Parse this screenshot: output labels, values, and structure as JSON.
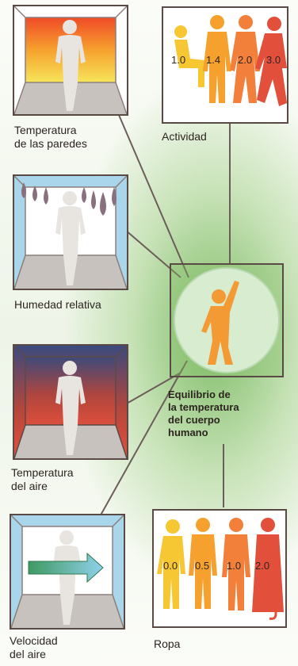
{
  "factors": {
    "wall_temp": "Temperatura\nde las paredes",
    "activity": "Actividad",
    "humidity": "Humedad relativa",
    "air_temp": "Temperatura\ndel aire",
    "air_speed": "Velocidad\ndel aire",
    "clothing": "Ropa"
  },
  "center": {
    "label": "Equilibrio de\nla temperatura\ndel cuerpo\nhumano"
  },
  "activity_values": [
    "1.0",
    "1.4",
    "2.0",
    "3.0"
  ],
  "clothing_values": [
    "0.0",
    "0.5",
    "1.0",
    "2.0"
  ],
  "colors": {
    "frame": "#5a4a46",
    "figure_light": "#e8e4e0",
    "orange": "#f39a35",
    "red": "#e2503c",
    "center_circle": "#d8ecd0"
  }
}
